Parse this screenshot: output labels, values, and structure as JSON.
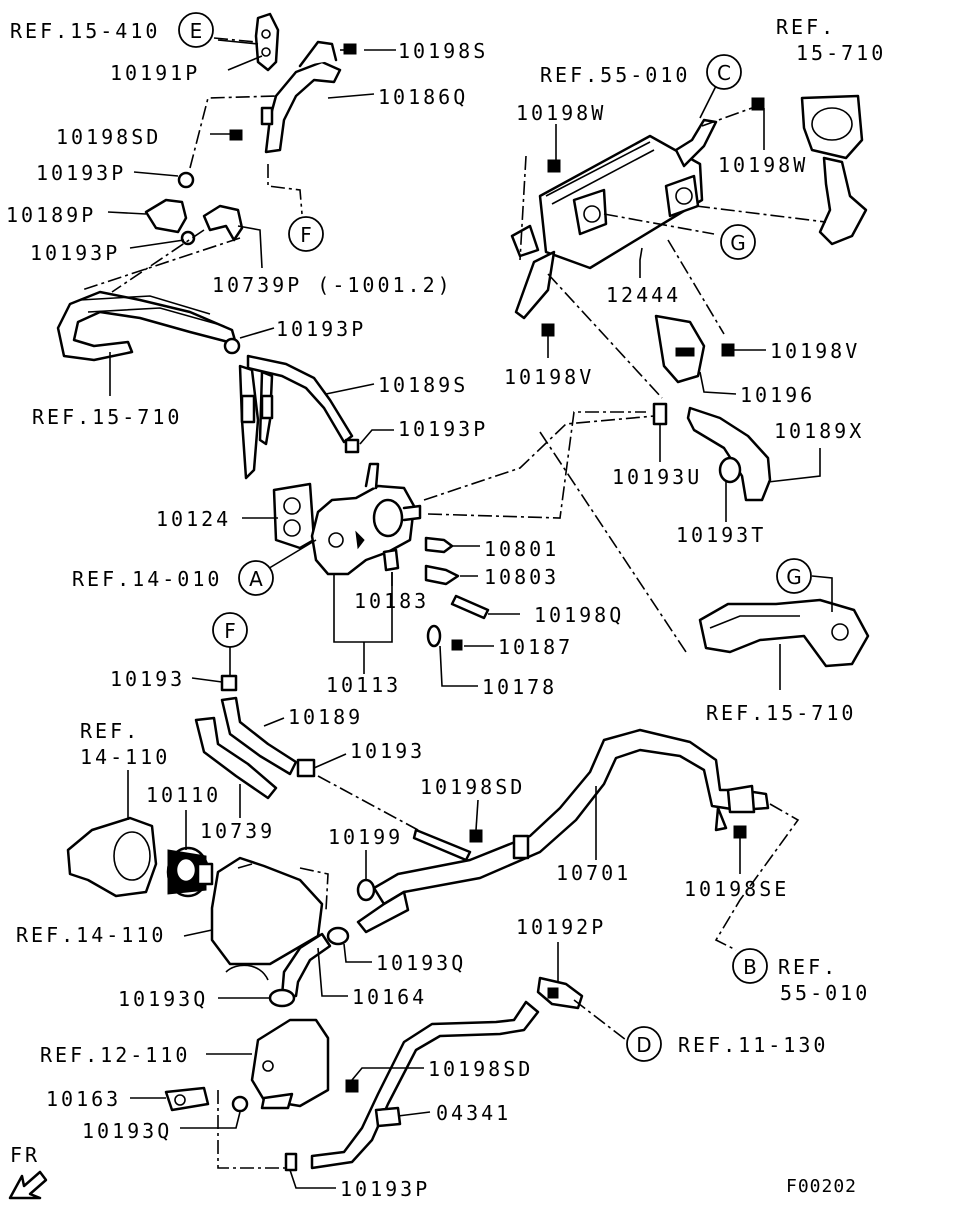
{
  "diagram_code": "F00202",
  "direction_label": "FR",
  "callouts": [
    {
      "letter": "E"
    },
    {
      "letter": "C"
    },
    {
      "letter": "F"
    },
    {
      "letter": "G"
    },
    {
      "letter": "A"
    },
    {
      "letter": "G"
    },
    {
      "letter": "F"
    },
    {
      "letter": "B"
    },
    {
      "letter": "D"
    }
  ],
  "labels": [
    {
      "text": "REF.15-410"
    },
    {
      "text": "10198S"
    },
    {
      "text": "10191P"
    },
    {
      "text": "10186Q"
    },
    {
      "text": "10198SD"
    },
    {
      "text": "10193P"
    },
    {
      "text": "10189P"
    },
    {
      "text": "10193P"
    },
    {
      "text": "10739P (-1001.2)"
    },
    {
      "text": "10193P"
    },
    {
      "text": "REF.15-710"
    },
    {
      "text": "10189S"
    },
    {
      "text": "10193P"
    },
    {
      "text": "10124"
    },
    {
      "text": "REF.14-010"
    },
    {
      "text": "10801"
    },
    {
      "text": "10803"
    },
    {
      "text": "10183"
    },
    {
      "text": "10198Q"
    },
    {
      "text": "10187"
    },
    {
      "text": "10113"
    },
    {
      "text": "10178"
    },
    {
      "text": "REF.55-010"
    },
    {
      "text": "REF."
    },
    {
      "text": "15-710"
    },
    {
      "text": "10198W"
    },
    {
      "text": "10198W"
    },
    {
      "text": "12444"
    },
    {
      "text": "10198V"
    },
    {
      "text": "10198V"
    },
    {
      "text": "10196"
    },
    {
      "text": "10189X"
    },
    {
      "text": "10193U"
    },
    {
      "text": "10193T"
    },
    {
      "text": "REF.15-710"
    },
    {
      "text": "10193"
    },
    {
      "text": "10189"
    },
    {
      "text": "10193"
    },
    {
      "text": "REF."
    },
    {
      "text": "14-110"
    },
    {
      "text": "10110"
    },
    {
      "text": "10739"
    },
    {
      "text": "10198SD"
    },
    {
      "text": "10199"
    },
    {
      "text": "10701"
    },
    {
      "text": "10198SE"
    },
    {
      "text": "REF."
    },
    {
      "text": "55-010"
    },
    {
      "text": "REF.14-110"
    },
    {
      "text": "10193Q"
    },
    {
      "text": "10193Q"
    },
    {
      "text": "10164"
    },
    {
      "text": "10192P"
    },
    {
      "text": "REF.11-130"
    },
    {
      "text": "REF.12-110"
    },
    {
      "text": "10198SD"
    },
    {
      "text": "10163"
    },
    {
      "text": "04341"
    },
    {
      "text": "10193Q"
    },
    {
      "text": "10193P"
    }
  ]
}
